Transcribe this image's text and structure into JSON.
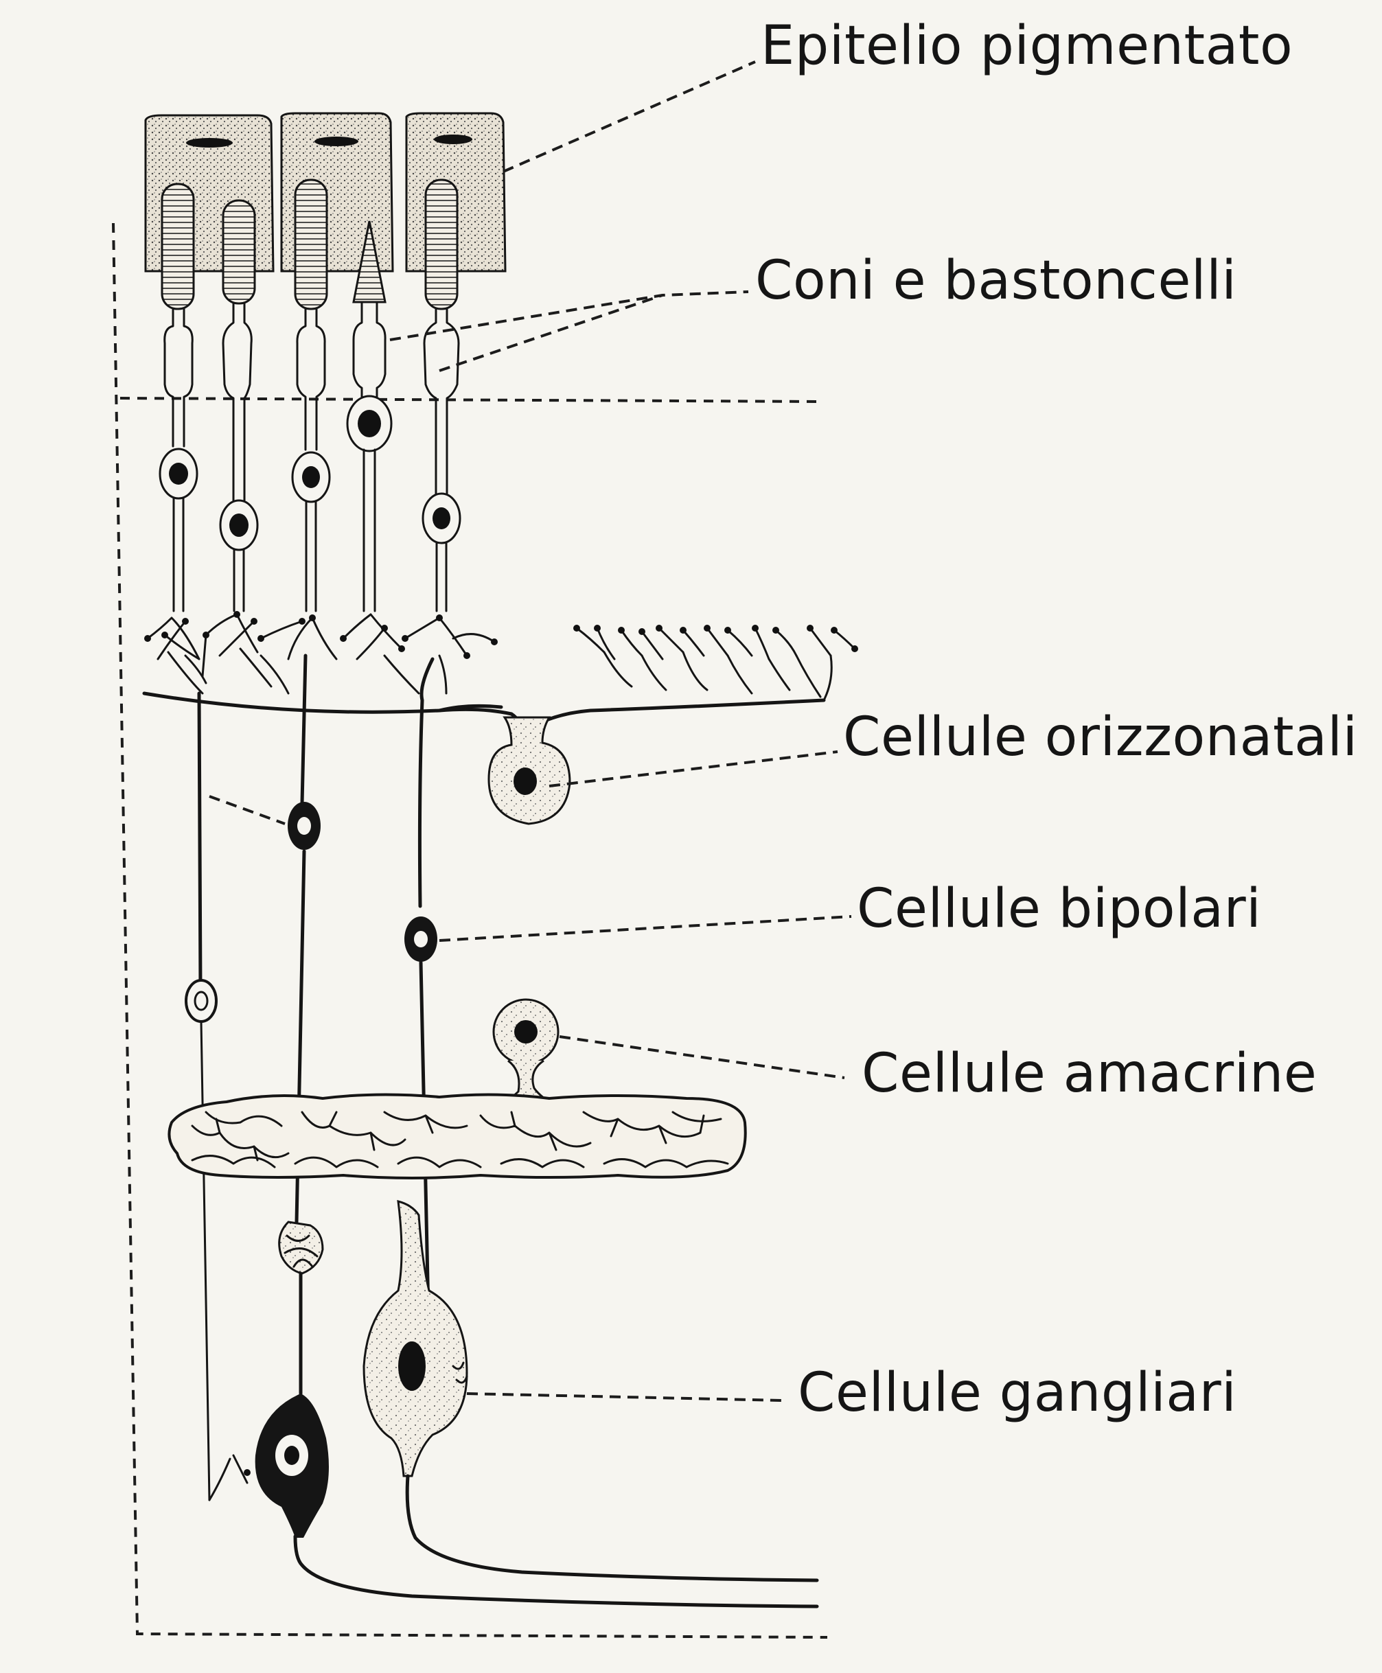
{
  "labels": {
    "pigment_epithelium": "Epitelio pigmentato",
    "cones_rods": "Coni e bastoncelli",
    "horizontal_cells": "Cellule orizzonatali",
    "bipolar_cells": "Cellule bipolari",
    "amacrine_cells": "Cellule amacrine",
    "ganglion_cells": "Cellule gangliari"
  },
  "colors": {
    "background": "#f6f5f0",
    "ink": "#151515",
    "stipple_fill": "#e9e2d3"
  }
}
